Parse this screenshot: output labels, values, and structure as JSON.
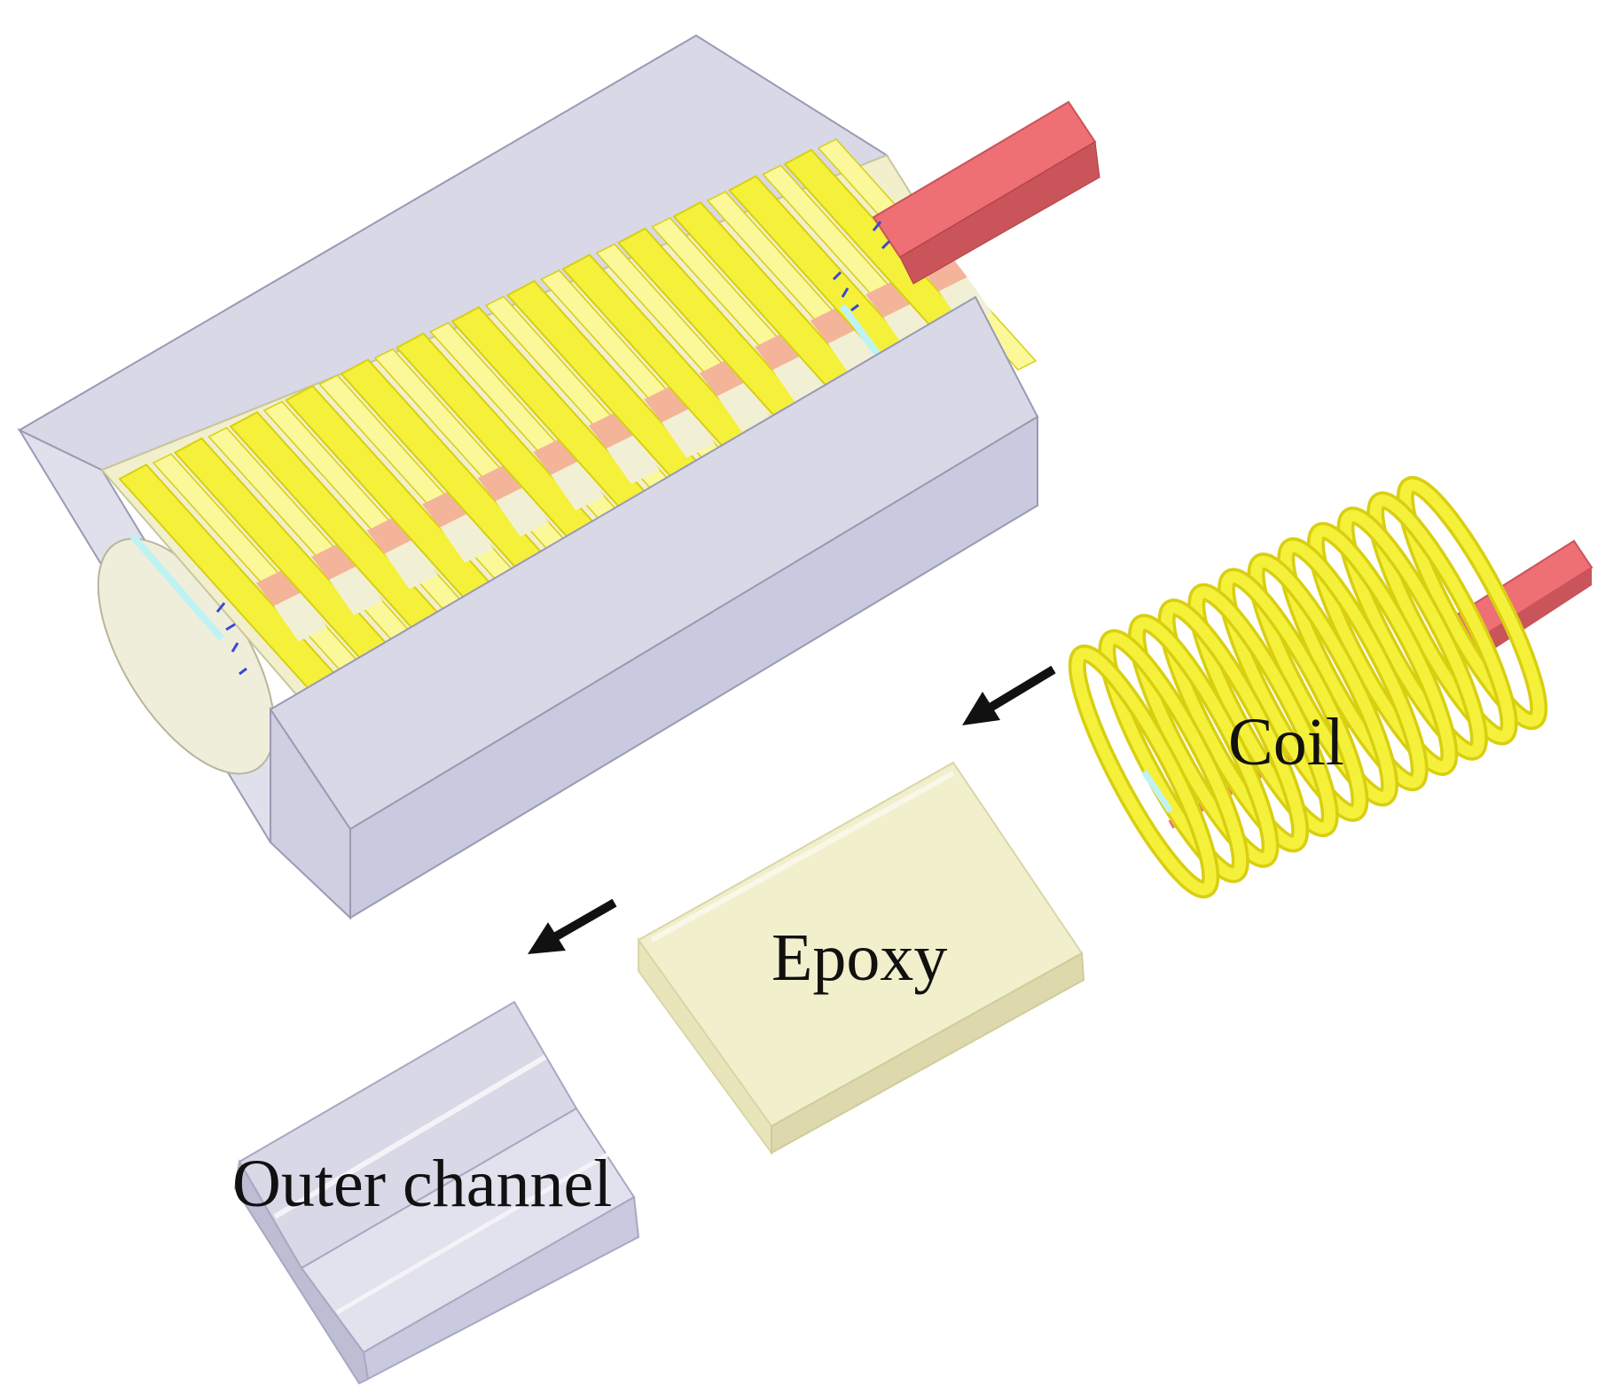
{
  "labels": {
    "coil": "Coil",
    "epoxy": "Epoxy",
    "outer_channel": "Outer channel"
  },
  "colors": {
    "background": "#ffffff",
    "channel_top": "#d8d8e6",
    "channel_front": "#c9c9df",
    "channel_side": "#e0e0ec",
    "channel_dark": "#b8b8d0",
    "epoxy_fill": "#f1efcc",
    "epoxy_light": "#f7f6e0",
    "epoxy_edge": "#d9d6a8",
    "coil_yellow": "#f5f03a",
    "coil_yellow_dark": "#d8cf10",
    "coil_yellow_light": "#fbf89a",
    "coil_core_pink": "#f4b49a",
    "coil_core_cream": "#f2f0d4",
    "lead_pink": "#ee6f74",
    "lead_pink_dark": "#c9545a",
    "cyan": "#bff3f3",
    "marks_blue": "#3b48d6",
    "arrow": "#111111",
    "text": "#111111"
  }
}
